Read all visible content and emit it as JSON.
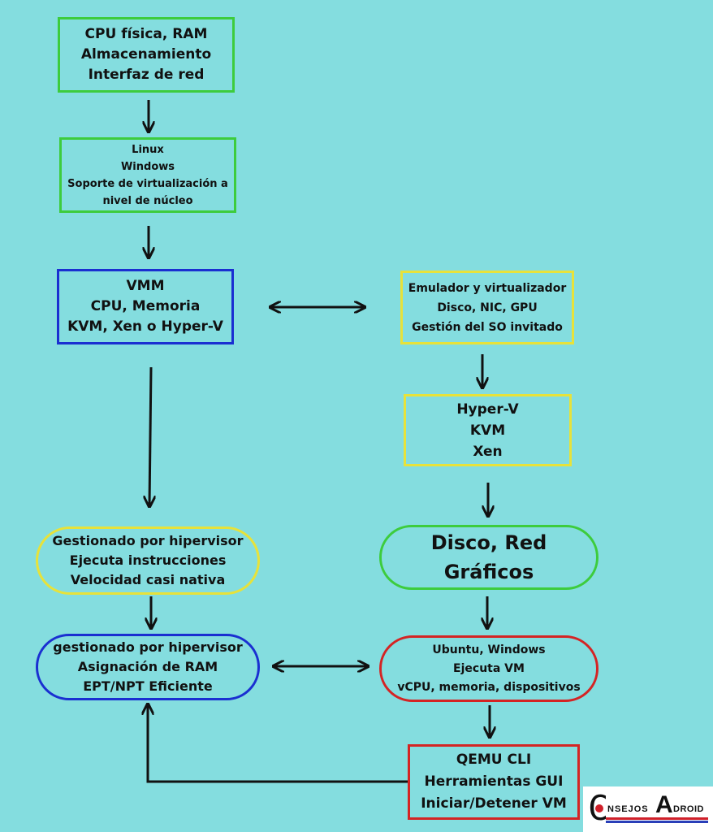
{
  "nodes": {
    "hardware": {
      "lines": [
        "CPU física, RAM",
        "Almacenamiento",
        "Interfaz de red"
      ],
      "color": "#3dcc3d"
    },
    "host_os": {
      "lines": [
        "Linux",
        "Windows",
        "Soporte de virtualización a",
        "nivel de núcleo"
      ],
      "color": "#3dcc3d"
    },
    "vmm": {
      "lines": [
        "VMM",
        "CPU, Memoria",
        "KVM, Xen o Hyper-V"
      ],
      "color": "#1a2fd1"
    },
    "emulator": {
      "lines": [
        "Emulador y virtualizador",
        "Disco, NIC, GPU",
        "Gestión del SO invitado"
      ],
      "color": "#e7e23a"
    },
    "hypervisors": {
      "lines": [
        "Hyper-V",
        "KVM",
        "Xen"
      ],
      "color": "#e7e23a"
    },
    "cpu_managed": {
      "lines": [
        "Gestionado por hipervisor",
        "Ejecuta instrucciones",
        "Velocidad casi nativa"
      ],
      "color": "#e7e23a"
    },
    "devices": {
      "lines": [
        "Disco, Red",
        "Gráficos"
      ],
      "color": "#3dcc3d"
    },
    "memory_managed": {
      "lines": [
        "gestionado por hipervisor",
        "Asignación de RAM",
        "EPT/NPT Eficiente"
      ],
      "color": "#1a2fd1"
    },
    "guest_os": {
      "lines": [
        "Ubuntu, Windows",
        "Ejecuta VM",
        "vCPU, memoria, dispositivos"
      ],
      "color": "#d42424"
    },
    "tools": {
      "lines": [
        "QEMU CLI",
        "Herramientas GUI",
        "Iniciar/Detener VM"
      ],
      "color": "#d42424"
    }
  },
  "logo": {
    "letter": "C",
    "word1": "NSEJOS",
    "letter2": "A",
    "word2": "DROID"
  }
}
